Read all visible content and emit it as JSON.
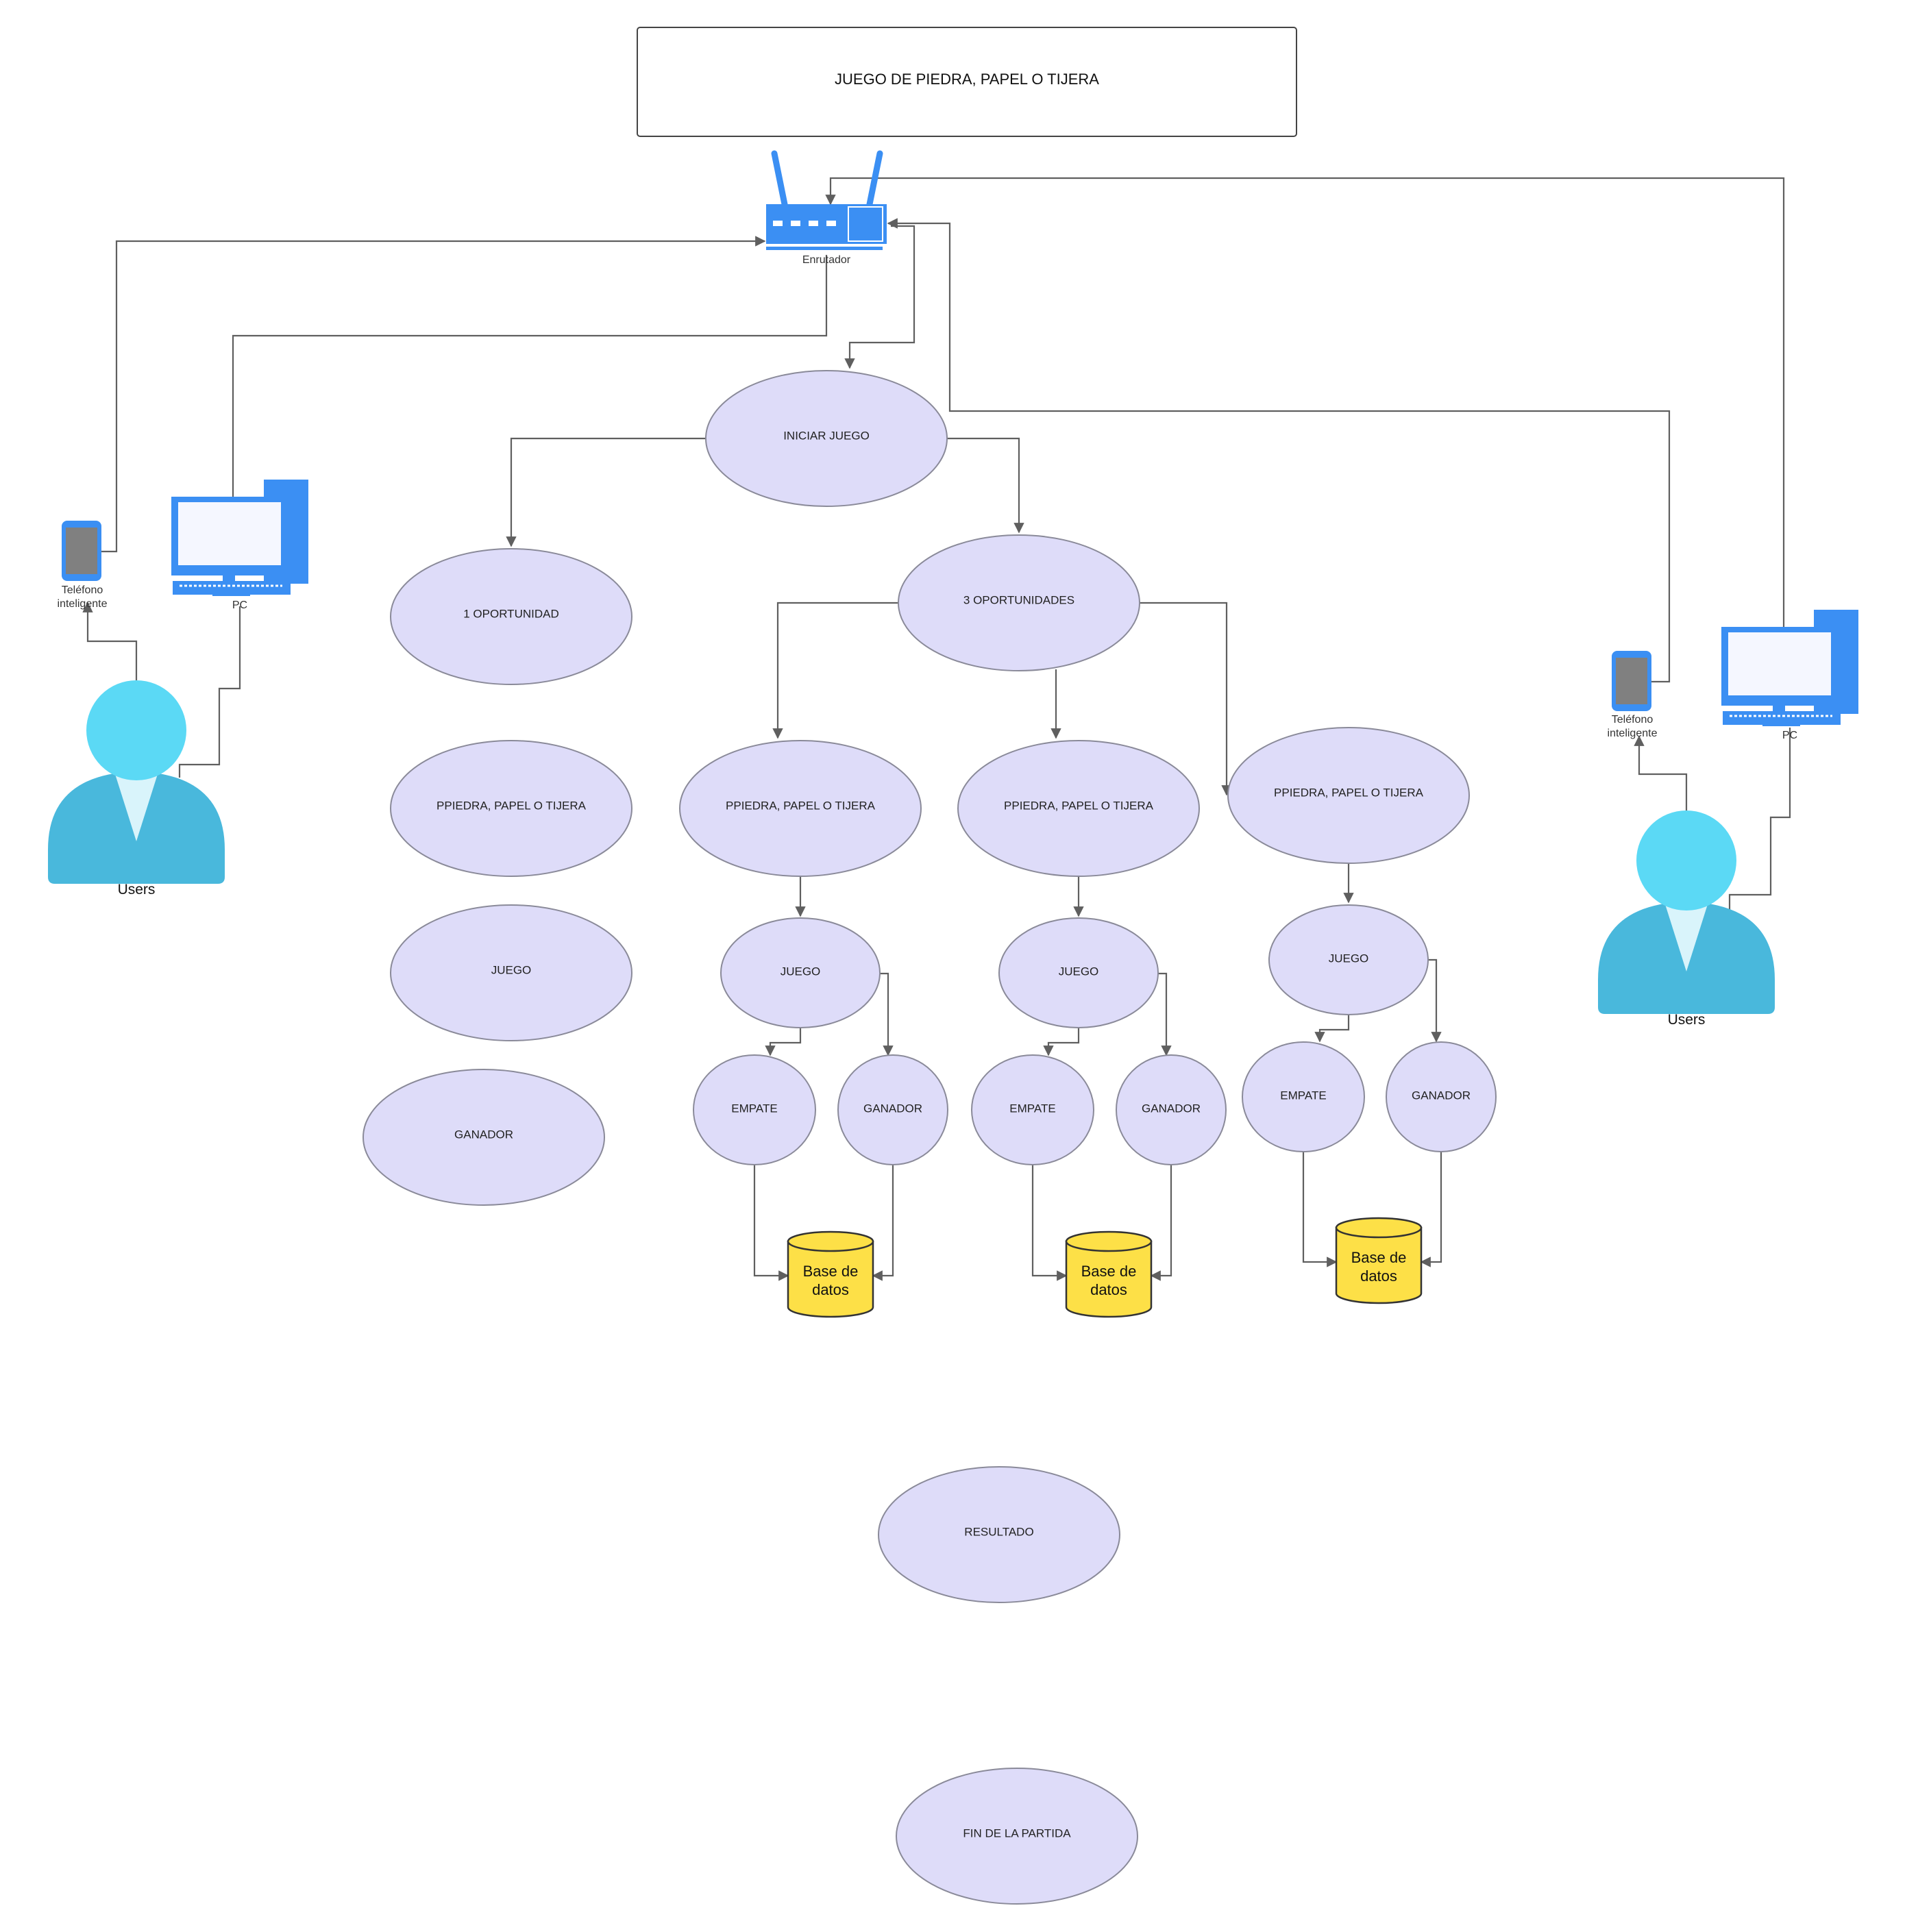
{
  "title": "JUEGO DE PIEDRA, PAPEL O TIJERA",
  "router_label": "Enrutador",
  "device_labels": {
    "phone_line1": "Teléfono",
    "phone_line2": "inteligente",
    "pc": "PC",
    "users": "Users"
  },
  "nodes": {
    "iniciar": "INICIAR JUEGO",
    "una": "1 OPORTUNIDAD",
    "tres": "3 OPORTUNIDADES",
    "ppt_left": "PPIEDRA, PAPEL O TIJERA",
    "juego_left": "JUEGO",
    "ganador_left": "GANADOR",
    "ppt_1": "PPIEDRA, PAPEL O TIJERA",
    "ppt_2": "PPIEDRA, PAPEL O TIJERA",
    "ppt_3": "PPIEDRA, PAPEL O TIJERA",
    "juego_1": "JUEGO",
    "juego_2": "JUEGO",
    "juego_3": "JUEGO",
    "empate_1": "EMPATE",
    "empate_2": "EMPATE",
    "empate_3": "EMPATE",
    "ganador_1": "GANADOR",
    "ganador_2": "GANADOR",
    "ganador_3": "GANADOR",
    "resultado": "RESULTADO",
    "fin": "FIN DE LA PARTIDA"
  },
  "database_label_line1": "Base de",
  "database_label_line2": "datos",
  "colors": {
    "ellipse_fill": "#dedcf9",
    "database_fill": "#fde047",
    "device_blue": "#3b8ff3",
    "user_head": "#5bd9f5",
    "user_body": "#49b8dc"
  }
}
